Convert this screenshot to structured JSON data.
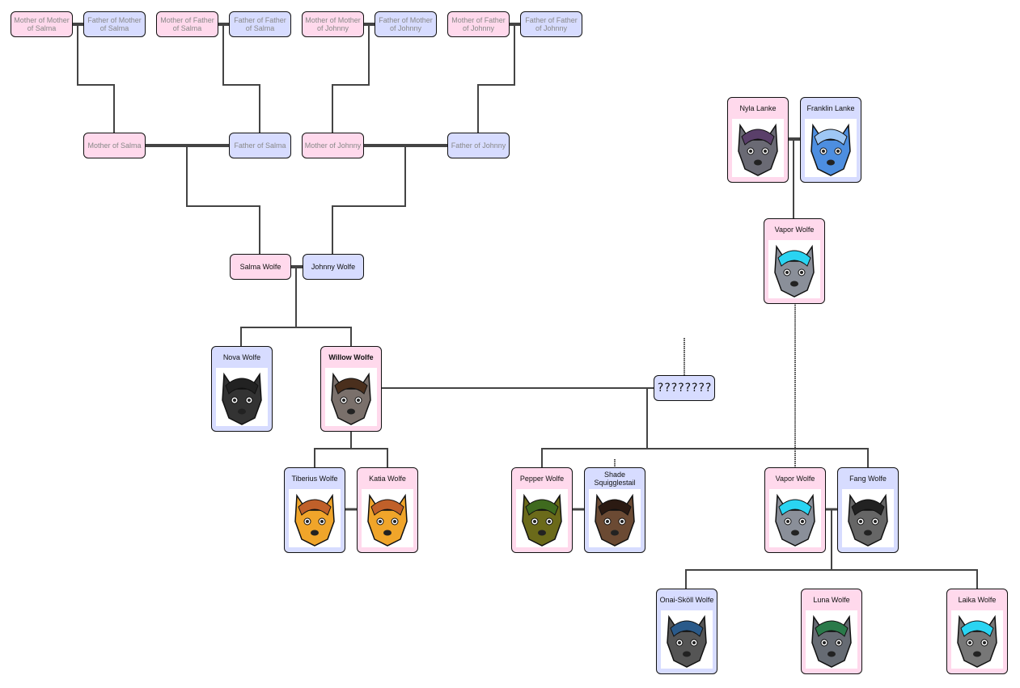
{
  "great_grandparents": [
    "Mother of Mother of Salma",
    "Father of Mother of Salma",
    "Mother of Father of Salma",
    "Father of Father of Salma",
    "Mother of Mother of Johnny",
    "Father of Mother of Johnny",
    "Mother of Father of Johnny",
    "Father of Father of Johnny"
  ],
  "grandparents": [
    "Mother of Salma",
    "Father of Salma",
    "Mother of Johnny",
    "Father of Johnny"
  ],
  "parents": [
    "Salma Wolfe",
    "Johnny Wolfe"
  ],
  "lanke": [
    "Nyla Lanke",
    "Franklin Lanke"
  ],
  "vapor_top": "Vapor Wolfe",
  "children": [
    "Nova Wolfe",
    "Willow Wolfe"
  ],
  "unknown_partner": "????????",
  "willow_children": [
    "Tiberius Wolfe",
    "Katia Wolfe"
  ],
  "pepper": "Pepper Wolfe",
  "shade": "Shade Squigglestail",
  "vapor": "Vapor Wolfe",
  "fang": "Fang Wolfe",
  "grandchildren": [
    "Onai-Sköll Wolfe",
    "Luna Wolfe",
    "Laika Wolfe"
  ],
  "colors": {
    "female": "#ffd9ec",
    "male": "#d7dcff",
    "line": "#444444"
  }
}
